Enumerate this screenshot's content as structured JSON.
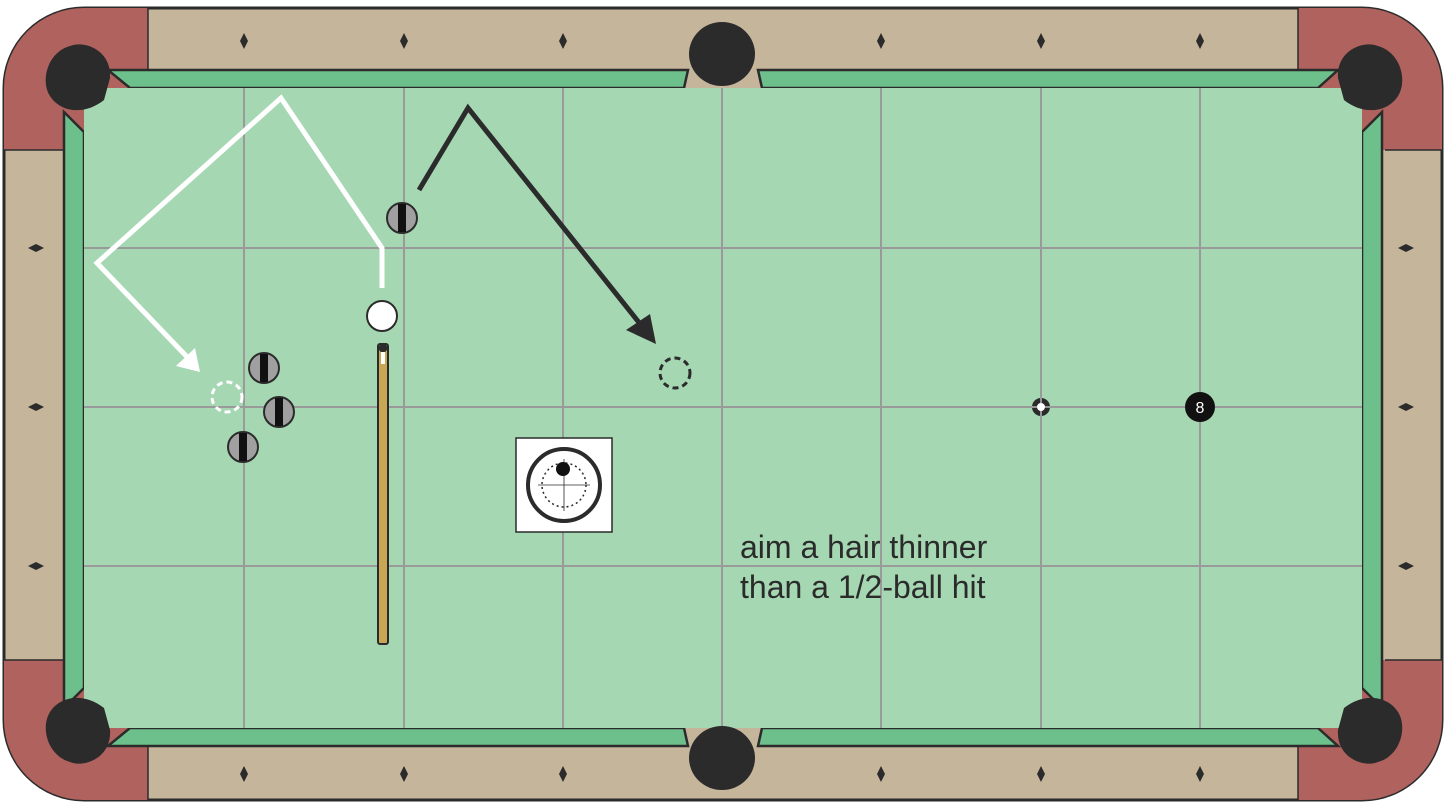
{
  "diagram": {
    "caption": {
      "line1": "aim a hair thinner",
      "line2": "than a 1/2-ball hit"
    },
    "eight_ball": {
      "number": "8"
    },
    "spin_indicator": {
      "description_icon": "tip-position-icon"
    },
    "colors": {
      "felt": "#a5d7b2",
      "cushion": "#6dc08b",
      "rail_wood": "#c4b59b",
      "corner_leather": "#b0635e",
      "pocket": "#2b2b2b",
      "grid_line": "#9a9a9a",
      "cue_ball_path": "#ffffff",
      "object_ball_path": "#2b2b2b",
      "cue_stick": "#c9a653",
      "eight_ball": "#111111",
      "striped_ball": "#a0a0a0"
    }
  }
}
